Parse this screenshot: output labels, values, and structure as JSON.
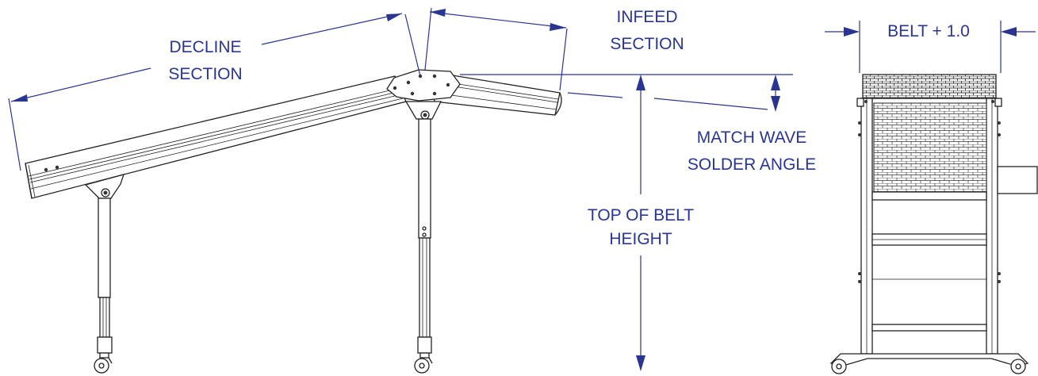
{
  "labels": {
    "decline_line1": "DECLINE",
    "decline_line2": "SECTION",
    "infeed_line1": "INFEED",
    "infeed_line2": "SECTION",
    "belt_width": "BELT + 1.0",
    "match_line1": "MATCH WAVE",
    "match_line2": "SOLDER ANGLE",
    "height_line1": "TOP OF BELT",
    "height_line2": "HEIGHT"
  },
  "colors": {
    "annotation": "#2a3590",
    "linework": "#222222",
    "background": "#ffffff"
  }
}
